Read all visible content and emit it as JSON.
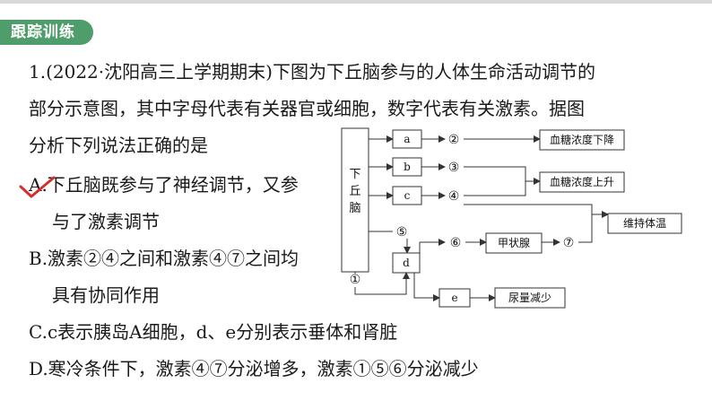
{
  "header": {
    "tag": "跟踪训练"
  },
  "question": {
    "stem_line1": "1.(2022·沈阳高三上学期期末)下图为下丘脑参与的人体生命活动调节的",
    "stem_line2": "部分示意图，其中字母代表有关器官或细胞，数字代表有关激素。据图",
    "stem_line3": "分析下列说法正确的是",
    "optA_line1": "A.下丘脑既参与了神经调节，又参",
    "optA_line2": "与了激素调节",
    "optB_line1": "B.激素②④之间和激素④⑦之间均",
    "optB_line2": "具有协同作用",
    "optC": "C.c表示胰岛A细胞，d、e分别表示垂体和肾脏",
    "optD": "D.寒冷条件下，激素④⑦分泌增多，激素①⑤⑥分泌减少"
  },
  "diagram": {
    "hypothalamus": [
      "下",
      "丘",
      "脑"
    ],
    "box_a": "a",
    "box_b": "b",
    "box_c": "c",
    "box_d": "d",
    "box_e": "e",
    "h2": "②",
    "h3": "③",
    "h4": "④",
    "h5": "⑤",
    "h6": "⑥",
    "h7": "⑦",
    "h1": "①",
    "sugar_down": "血糖浓度下降",
    "sugar_up": "血糖浓度上升",
    "keep_temp": "维持体温",
    "thyroid": "甲状腺",
    "urine_less": "尿量减少"
  },
  "colors": {
    "tag_bg": "#4f9d6a",
    "check": "#d0312d"
  }
}
